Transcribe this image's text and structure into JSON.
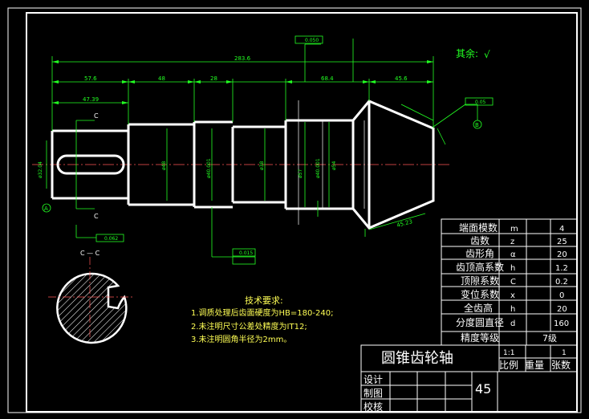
{
  "drawing": {
    "roughness_note": "其余:",
    "dimensions": {
      "overall_length": "283.6",
      "seg_key": "57.6",
      "seg_mid": "48",
      "seg_bearing": "28",
      "seg_cone_len": "68.4",
      "seg_cone": "45.6",
      "key_len": "47.39",
      "cone_angle": "45.23",
      "dia_key": "ø32.04",
      "dia_mid": "ø48",
      "dia_bearing": "ø40.001",
      "dia_body": "ø38",
      "dia_shoulder": "ø57",
      "dia_left_shoulder": "ø40.001",
      "dia_right": "ø54",
      "tol_1": "0.050",
      "tol_2": "0.05",
      "tol_3": "0.062",
      "tol_4": "0.015"
    },
    "section": {
      "label": "C — C",
      "mark_top": "C",
      "mark_bottom": "C",
      "datum_a": "A",
      "datum_b": "B"
    },
    "tech_requirements": {
      "title": "技术要求:",
      "items": [
        "1.调质处理后齿面硬度为HB=180-240;",
        "2.未注明尺寸公差处精度为IT12;",
        "3.未注明圆角半径为2mm。"
      ]
    }
  },
  "param_table": {
    "rows": [
      {
        "name": "端面模数",
        "symbol": "m",
        "value": "4"
      },
      {
        "name": "齿数",
        "symbol": "z",
        "value": "25"
      },
      {
        "name": "齿形角",
        "symbol": "α",
        "value": "20"
      },
      {
        "name": "齿顶高系数",
        "symbol": "h",
        "value": "1.2"
      },
      {
        "name": "顶隙系数",
        "symbol": "C",
        "value": "0.2"
      },
      {
        "name": "变位系数",
        "symbol": "x",
        "value": "0"
      },
      {
        "name": "全齿高",
        "symbol": "h",
        "value": "20"
      },
      {
        "name": "分度圆直径",
        "symbol": "d",
        "value": "160"
      }
    ],
    "grade_label": "精度等级",
    "grade_value": "7级"
  },
  "title_block": {
    "part_name": "圆锥齿轮轴",
    "scale_value": "1:1",
    "count_value": "1",
    "scale_label": "比例",
    "weight_label": "重量",
    "sheets_label": "张数",
    "designed": "设计",
    "drawn": "制图",
    "checked": "校核",
    "material": "45"
  }
}
